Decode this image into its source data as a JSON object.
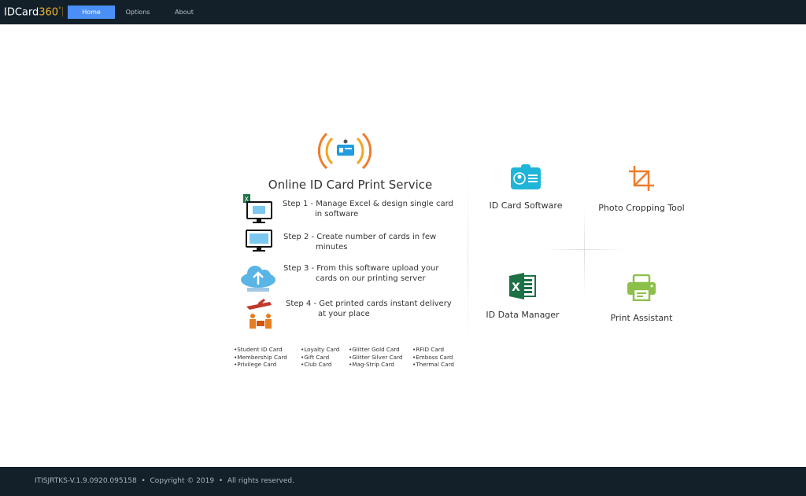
{
  "header": {
    "logo_text": "IDCard",
    "logo_num": "360",
    "logo_deg": "°",
    "nav": [
      {
        "label": "Home",
        "active": true
      },
      {
        "label": "Options"
      },
      {
        "label": "About"
      }
    ]
  },
  "service": {
    "title": "Online ID Card Print Service",
    "steps": [
      {
        "line1": "Step 1 - Manage Excel & design single card",
        "line2": "in software"
      },
      {
        "line1": "Step 2 - Create number of cards in few",
        "line2": "minutes"
      },
      {
        "line1": "Step 3 - From this software upload your",
        "line2": "cards on our printing server"
      },
      {
        "line1": "Step 4 - Get printed cards instant delivery",
        "line2": "at your place"
      }
    ],
    "card_types": [
      [
        "•Student ID Card",
        "•Membership Card",
        "•Privilege Card"
      ],
      [
        "•Loyalty Card",
        "•Gift Card",
        "•Club Card"
      ],
      [
        "•Glitter Gold Card",
        "•Glitter Silver Card",
        "•Mag-Strip Card"
      ],
      [
        "•RFID Card",
        "•Emboss Card",
        "•Thermal Card"
      ]
    ]
  },
  "tools": [
    {
      "label": "ID Card Software",
      "icon": "id-badge-icon",
      "color": "#1fb5d8"
    },
    {
      "label": "Photo Cropping Tool",
      "icon": "crop-icon",
      "color": "#f07c2a"
    },
    {
      "label": "ID Data Manager",
      "icon": "excel-icon",
      "color": "#1d7145"
    },
    {
      "label": "Print Assistant",
      "icon": "printer-icon",
      "color": "#8cc04b"
    }
  ],
  "footer": {
    "text": "ITISJRTKS-V.1.9.0920.095158  •  Copyright © 2019  •  All rights reserved."
  }
}
